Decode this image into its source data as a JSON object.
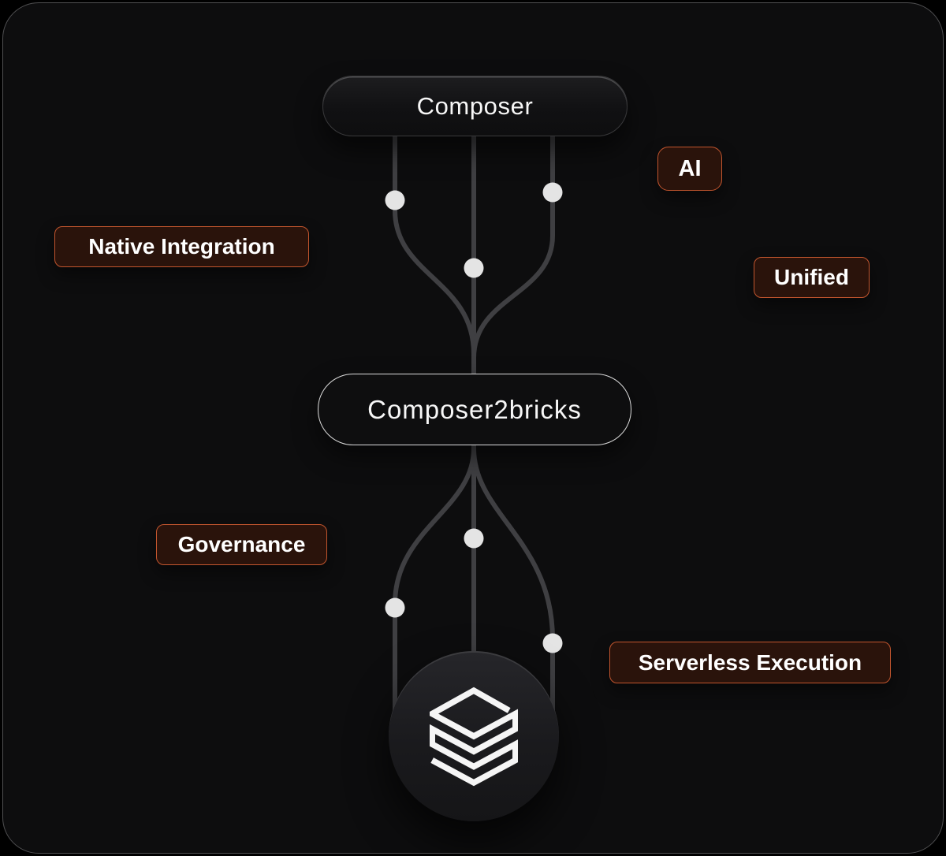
{
  "diagram": {
    "nodes": {
      "source": {
        "label": "Composer"
      },
      "bridge": {
        "label": "Composer2bricks"
      },
      "target": {
        "icon": "databricks-logo"
      }
    },
    "badges": [
      {
        "id": "ai",
        "label": "AI"
      },
      {
        "id": "native-integration",
        "label": "Native Integration"
      },
      {
        "id": "unified",
        "label": "Unified"
      },
      {
        "id": "governance",
        "label": "Governance"
      },
      {
        "id": "serverless-execution",
        "label": "Serverless Execution"
      }
    ],
    "colors": {
      "background": "#0d0d0e",
      "panel_border": "#505052",
      "badge_background": "#2a130b",
      "badge_border": "#c2552e",
      "connector_line": "#3f3f42",
      "connector_dot": "#e4e4e4",
      "node_border_light": "#dcdcdc",
      "text": "#ffffff"
    }
  }
}
